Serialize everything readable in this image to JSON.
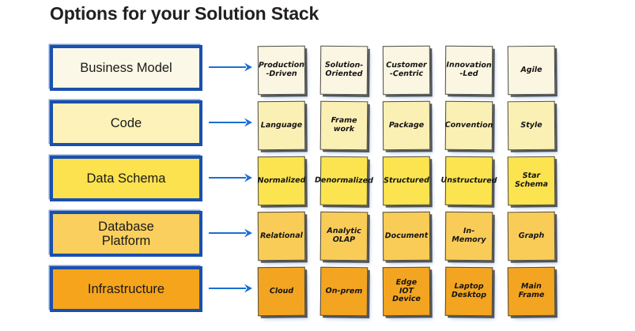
{
  "page": {
    "title": "Options for your Solution Stack",
    "background_color": "#ffffff",
    "accent_color": "#1a50ae"
  },
  "arrow": {
    "icon": "arrow-right-icon",
    "color": "#1a6fd4"
  },
  "rows": [
    {
      "layer": "Business Model",
      "layer_lines": [
        "Business Model"
      ],
      "box_color": "#fbf8e8",
      "note_color": "#faf6e2",
      "notes": [
        {
          "lines": [
            "Production",
            "-Driven"
          ]
        },
        {
          "lines": [
            "Solution-",
            "Oriented"
          ]
        },
        {
          "lines": [
            "Customer",
            "-Centric"
          ]
        },
        {
          "lines": [
            "Innovation",
            "-Led"
          ]
        },
        {
          "lines": [
            "Agile"
          ]
        }
      ]
    },
    {
      "layer": "Code",
      "layer_lines": [
        "Code"
      ],
      "box_color": "#fcf2ba",
      "note_color": "#fbf0b4",
      "notes": [
        {
          "lines": [
            "Language"
          ]
        },
        {
          "lines": [
            "Frame",
            "work"
          ]
        },
        {
          "lines": [
            "Package"
          ]
        },
        {
          "lines": [
            "Convention"
          ]
        },
        {
          "lines": [
            "Style"
          ]
        }
      ]
    },
    {
      "layer": "Data Schema",
      "layer_lines": [
        "Data Schema"
      ],
      "box_color": "#fbe24e",
      "note_color": "#fbe44f",
      "notes": [
        {
          "lines": [
            "Normalized"
          ]
        },
        {
          "lines": [
            "Denormalized"
          ]
        },
        {
          "lines": [
            "Structured"
          ]
        },
        {
          "lines": [
            "Unstructured"
          ]
        },
        {
          "lines": [
            "Star",
            "Schema"
          ]
        }
      ]
    },
    {
      "layer": "Database Platform",
      "layer_lines": [
        "Database",
        "Platform"
      ],
      "box_color": "#facf5d",
      "note_color": "#f9cc58",
      "notes": [
        {
          "lines": [
            "Relational"
          ]
        },
        {
          "lines": [
            "Analytic",
            "OLAP"
          ]
        },
        {
          "lines": [
            "Document"
          ]
        },
        {
          "lines": [
            "In-",
            "Memory"
          ]
        },
        {
          "lines": [
            "Graph"
          ]
        }
      ]
    },
    {
      "layer": "Infrastructure",
      "layer_lines": [
        "Infrastructure"
      ],
      "box_color": "#f5a41c",
      "note_color": "#f3a521",
      "notes": [
        {
          "lines": [
            "Cloud"
          ]
        },
        {
          "lines": [
            "On-prem"
          ]
        },
        {
          "lines": [
            "Edge",
            "IOT",
            "Device"
          ]
        },
        {
          "lines": [
            "Laptop",
            "Desktop"
          ]
        },
        {
          "lines": [
            "Main",
            "Frame"
          ]
        }
      ]
    }
  ]
}
